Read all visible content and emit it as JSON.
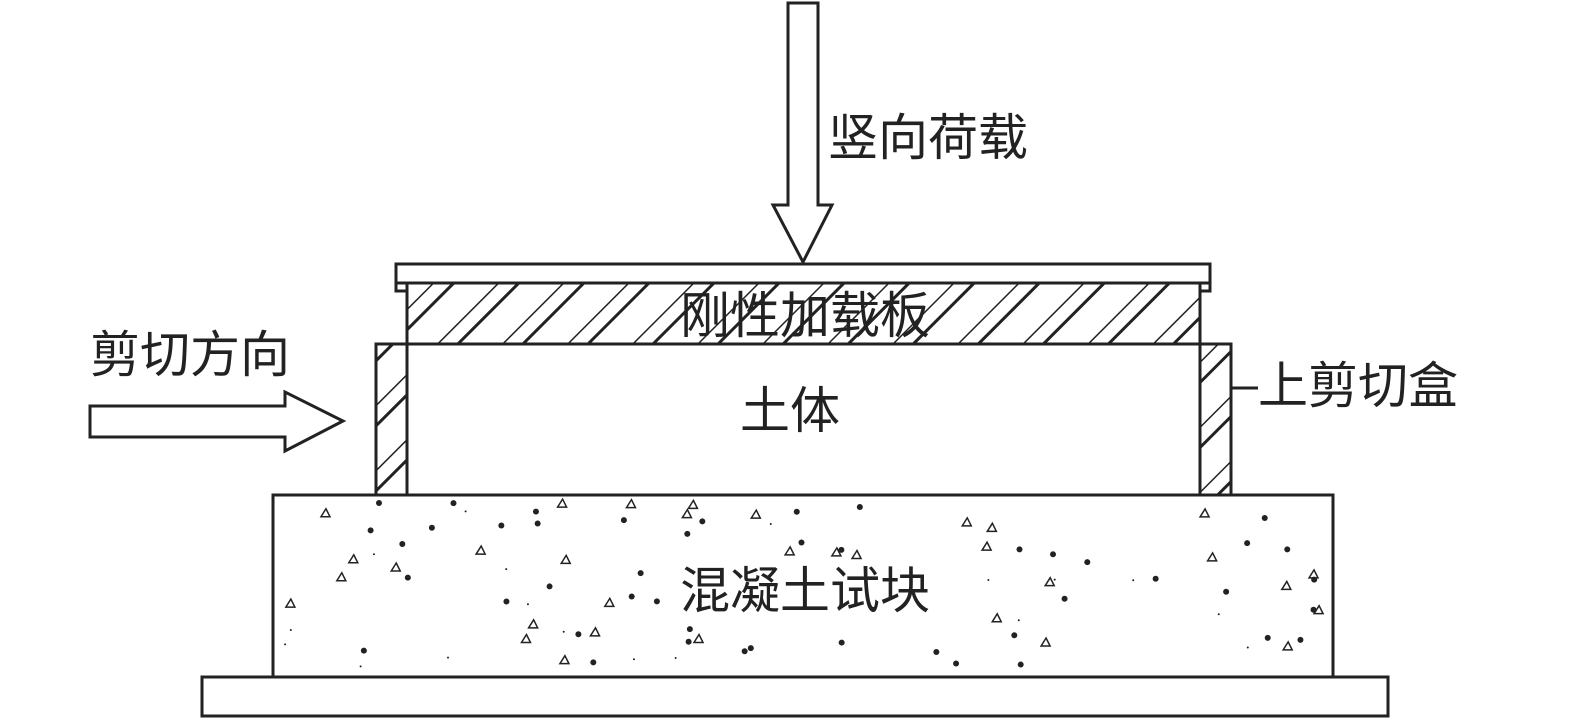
{
  "labels": {
    "vertical_load": "竖向荷载",
    "rigid_loading_plate": "刚性加载板",
    "shear_direction": "剪切方向",
    "soil": "土体",
    "upper_shear_box": "上剪切盒",
    "concrete_block": "混凝土试块"
  },
  "colors": {
    "stroke": "#222222",
    "background": "#ffffff"
  }
}
